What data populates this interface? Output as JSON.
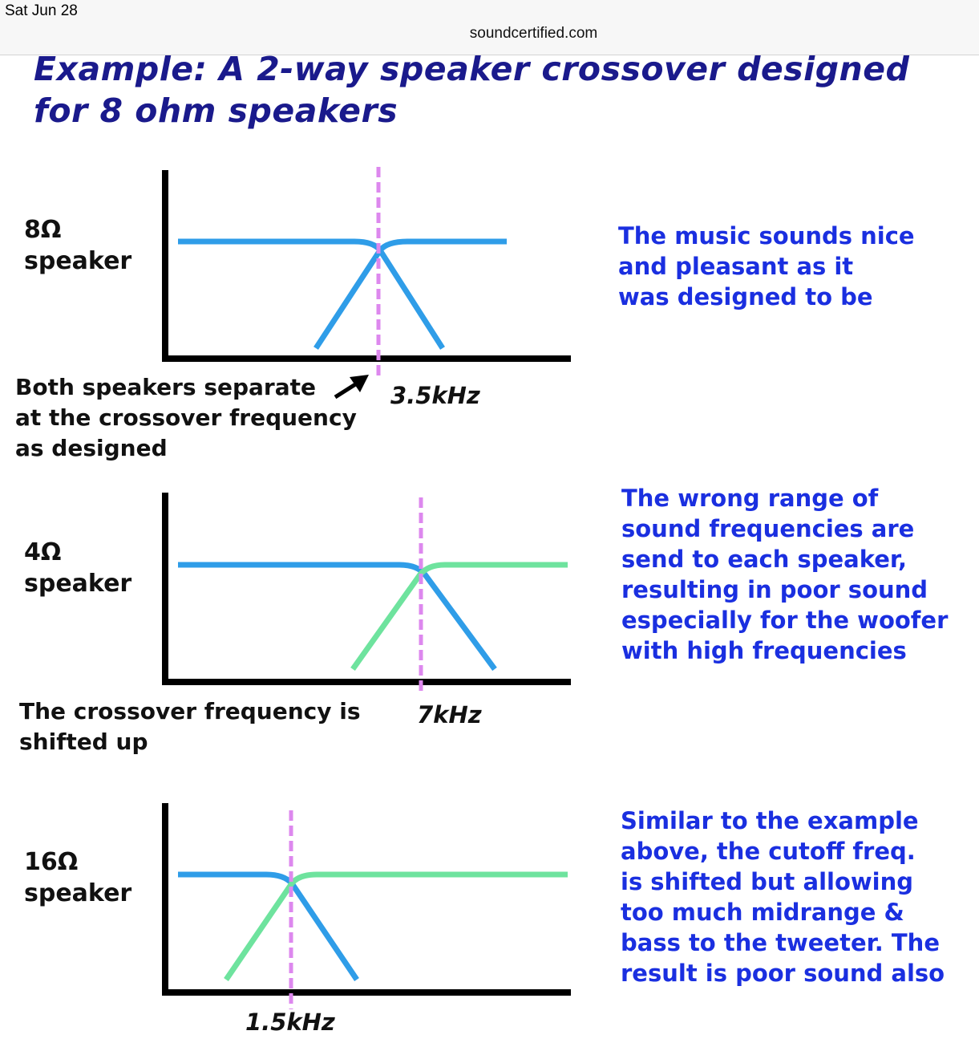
{
  "status_bar": {
    "date": "Sat Jun 28",
    "url": "soundcertified.com"
  },
  "title": "Example: A 2-way speaker crossover designed for 8 ohm speakers",
  "panels": [
    {
      "speaker_impedance": "8Ω",
      "speaker_word": "speaker",
      "crossover_label": "3.5kHz",
      "note": "Both speakers separate\nat the crossover frequency\nas designed",
      "description": "The music sounds nice\nand pleasant as it\nwas designed to be",
      "colors": {
        "woofer": "#2f9de8",
        "tweeter": "#2f9de8",
        "marker": "#dd88ee"
      }
    },
    {
      "speaker_impedance": "4Ω",
      "speaker_word": "speaker",
      "crossover_label": "7kHz",
      "note": "The crossover frequency is\nshifted up",
      "description": "The wrong range of\nsound frequencies are\nsend to each speaker,\nresulting in poor sound\nespecially for the woofer\nwith high frequencies",
      "colors": {
        "woofer": "#2f9de8",
        "tweeter": "#6ee39e",
        "marker": "#dd88ee"
      }
    },
    {
      "speaker_impedance": "16Ω",
      "speaker_word": "speaker",
      "crossover_label": "1.5kHz",
      "note": "",
      "description": "Similar to the example\nabove, the cutoff freq.\nis shifted but allowing\ntoo much midrange &\nbass to the tweeter. The\nresult is poor sound also",
      "colors": {
        "woofer": "#2f9de8",
        "tweeter": "#6ee39e",
        "marker": "#dd88ee"
      }
    }
  ]
}
